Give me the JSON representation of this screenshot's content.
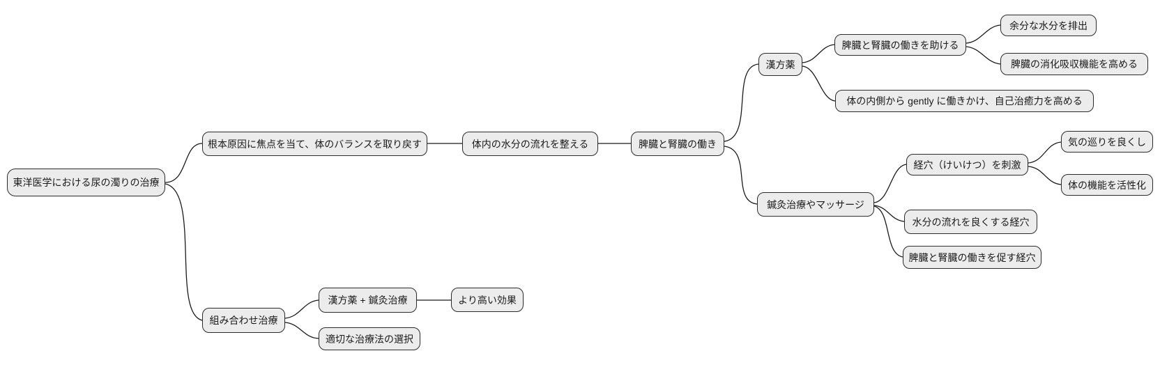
{
  "diagram": {
    "type": "mindmap",
    "title": "東洋医学における尿の濁りの治療",
    "colors": {
      "background": "#ffffff",
      "node_fill": "#ececec",
      "node_border": "#2b2b2b",
      "edge_stroke": "#1a1a1a",
      "text": "#1a1a1a"
    }
  },
  "nodes": {
    "root": {
      "label": "東洋医学における尿の濁りの治療"
    },
    "root_cause": {
      "label": "根本原因に焦点を当て、体のバランスを取り戻す"
    },
    "water_flow": {
      "label": "体内の水分の流れを整える"
    },
    "spleen_kidney": {
      "label": "脾臓と腎臓の働き"
    },
    "kampo": {
      "label": "漢方薬"
    },
    "help_function": {
      "label": "脾臓と腎臓の働きを助ける"
    },
    "excess_water": {
      "label": "余分な水分を排出"
    },
    "digestion": {
      "label": "脾臓の消化吸収機能を高める"
    },
    "gentle": {
      "label": "体の内側から gently に働きかけ、自己治癒力を高める"
    },
    "acupuncture_massage": {
      "label": "鍼灸治療やマッサージ"
    },
    "keiketsu": {
      "label": "経穴（けいけつ）を刺激"
    },
    "ki_circulation": {
      "label": "気の巡りを良くし"
    },
    "activate_body": {
      "label": "体の機能を活性化"
    },
    "water_acupoint": {
      "label": "水分の流れを良くする経穴"
    },
    "promote_acupoint": {
      "label": "脾臓と腎臓の働きを促す経穴"
    },
    "combination": {
      "label": "組み合わせ治療"
    },
    "kampo_plus_acupuncture": {
      "label": "漢方薬 + 鍼灸治療"
    },
    "higher_effect": {
      "label": "より高い効果"
    },
    "treatment_selection": {
      "label": "適切な治療法の選択"
    }
  },
  "edges": [
    [
      "root",
      "root_cause"
    ],
    [
      "root",
      "combination"
    ],
    [
      "root_cause",
      "water_flow"
    ],
    [
      "water_flow",
      "spleen_kidney"
    ],
    [
      "spleen_kidney",
      "kampo"
    ],
    [
      "spleen_kidney",
      "acupuncture_massage"
    ],
    [
      "kampo",
      "help_function"
    ],
    [
      "kampo",
      "gentle"
    ],
    [
      "help_function",
      "excess_water"
    ],
    [
      "help_function",
      "digestion"
    ],
    [
      "acupuncture_massage",
      "keiketsu"
    ],
    [
      "acupuncture_massage",
      "water_acupoint"
    ],
    [
      "acupuncture_massage",
      "promote_acupoint"
    ],
    [
      "keiketsu",
      "ki_circulation"
    ],
    [
      "keiketsu",
      "activate_body"
    ],
    [
      "combination",
      "kampo_plus_acupuncture"
    ],
    [
      "combination",
      "treatment_selection"
    ],
    [
      "kampo_plus_acupuncture",
      "higher_effect"
    ]
  ]
}
